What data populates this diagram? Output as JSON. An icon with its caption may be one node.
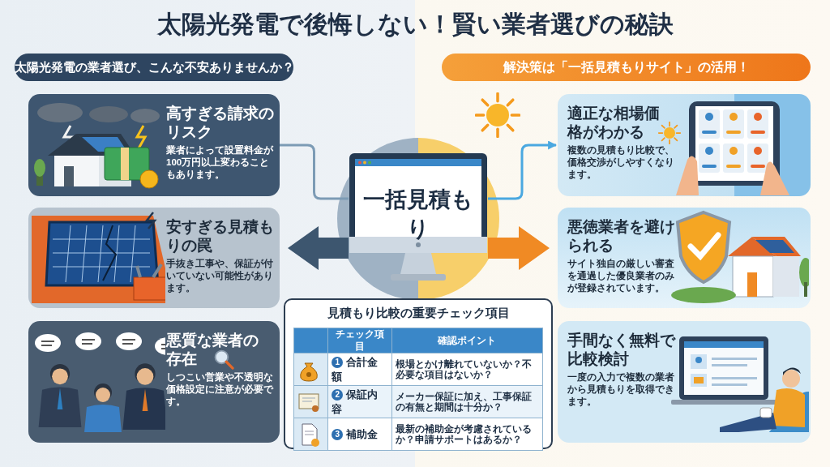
{
  "diagram": {
    "title": "太陽光発電で後悔しない！賢い業者選びの秘訣",
    "nodes": [
      {
        "text": [
          "太陽光発電の業者選び、こんな不安ありませんか？"
        ]
      },
      {
        "text": [
          "解決策は「一括見積もりサイト」の活用！"
        ]
      },
      {
        "text": [
          "高すぎる請求のリスク",
          "業者によって設置料金が100万円以上変わることもあります。"
        ]
      },
      {
        "text": [
          "安すぎる見積もりの罠",
          "手抜き工事や、保証が付いていない可能性があります。"
        ]
      },
      {
        "text": [
          "悪質な業者の存在",
          "しつこい営業や不透明な価格設定に注意が必要です。"
        ]
      },
      {
        "text": [
          "一括見積もり"
        ]
      },
      {
        "text": [
          "適正な相場価格がわかる",
          "複数の見積もり比較で、価格交渉がしやすくなります。"
        ]
      },
      {
        "text": [
          "悪徳業者を避けられる",
          "サイト独自の厳しい審査を通過した優良業者のみが登録されています。"
        ]
      },
      {
        "text": [
          "手間なく無料で比較検討",
          "一度の入力で複数の業者から見積もりを取得できます。"
        ]
      },
      {
        "text": [
          "見積もり比較の重要チェック項目"
        ]
      }
    ],
    "edges": [
      {
        "from": 2,
        "to": 5,
        "arrow": "none"
      },
      {
        "from": 5,
        "to": 6,
        "arrow": "to",
        "color": "#4aa8e0"
      },
      {
        "from": 5,
        "to": null,
        "arrow": "to",
        "style": "thick",
        "color": "#3d566f"
      },
      {
        "from": 5,
        "to": null,
        "arrow": "to",
        "style": "thick",
        "color": "#f08a24"
      }
    ],
    "labels": [
      "チェック項目",
      "確認ポイント",
      "1",
      "合計金額",
      "根場とかけ離れていないか？不必要な項目はないか？",
      "2",
      "保証内容",
      "メーカー保証に加え、工事保証の有無と期間は十分か？",
      "3",
      "補助金",
      "最新の補助金が考慮されているか？申請サポートはあるか？"
    ]
  }
}
